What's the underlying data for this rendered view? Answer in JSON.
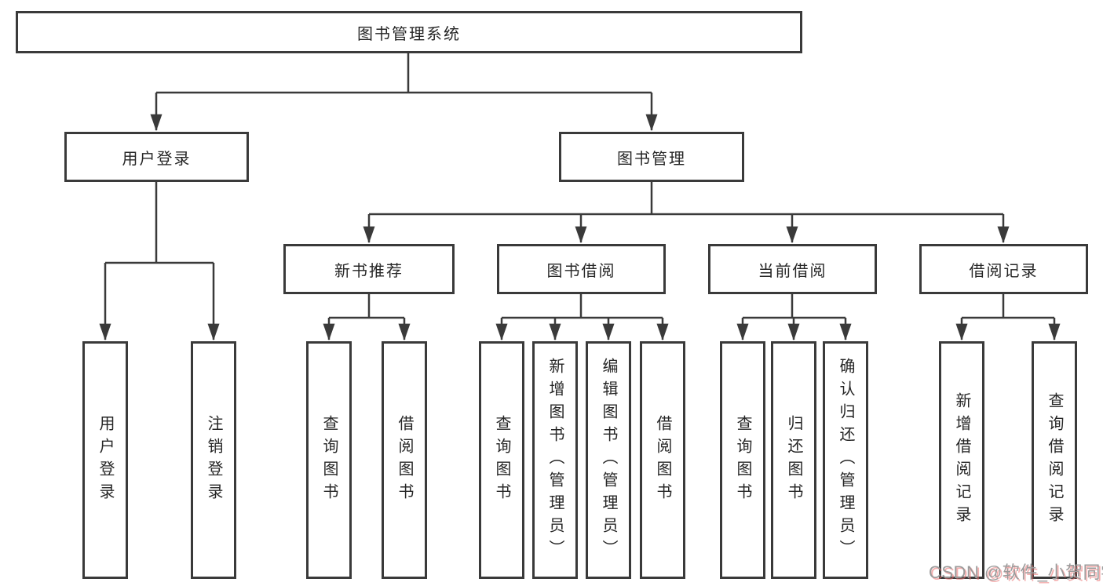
{
  "diagram": {
    "type": "tree",
    "tree": {
      "root": {
        "label": "图书管理系统",
        "children": [
          {
            "label": "用户登录",
            "children": [
              {
                "label": "用户登录"
              },
              {
                "label": "注销登录"
              }
            ]
          },
          {
            "label": "图书管理",
            "children": [
              {
                "label": "新书推荐",
                "children": [
                  {
                    "label": "查询图书"
                  },
                  {
                    "label": "借阅图书"
                  }
                ]
              },
              {
                "label": "图书借阅",
                "children": [
                  {
                    "label": "查询图书"
                  },
                  {
                    "label": "新增图书（管理员）"
                  },
                  {
                    "label": "编辑图书（管理员）"
                  },
                  {
                    "label": "借阅图书"
                  }
                ]
              },
              {
                "label": "当前借阅",
                "children": [
                  {
                    "label": "查询图书"
                  },
                  {
                    "label": "归还图书"
                  },
                  {
                    "label": "确认归还（管理员）"
                  }
                ]
              },
              {
                "label": "借阅记录",
                "children": [
                  {
                    "label": "新增借阅记录"
                  },
                  {
                    "label": "查询借阅记录"
                  }
                ]
              }
            ]
          }
        ]
      }
    },
    "colors": {
      "line": "#3a3a3a",
      "box_border": "#3a3a3a",
      "box_fill": "#ffffff",
      "text": "#262626",
      "background": "#ffffff",
      "watermark_gray": "#9b9b9b",
      "watermark_red": "#eb6e6e"
    }
  },
  "watermark": {
    "text": "CSDN @软件_小贺同学"
  }
}
